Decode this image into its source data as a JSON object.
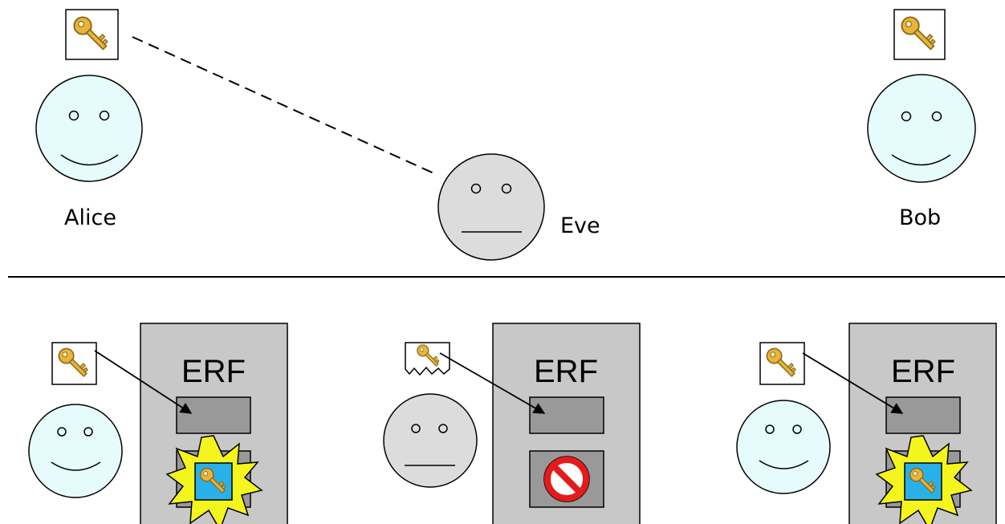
{
  "top_scene": {
    "alice": {
      "name": "Alice",
      "mood": "happy",
      "has_key": true
    },
    "eve": {
      "name": "Eve",
      "mood": "neutral",
      "has_key": false
    },
    "bob": {
      "name": "Bob",
      "mood": "happy",
      "has_key": true
    },
    "eavesdrop_line": {
      "from": "alice-key",
      "to": "eve",
      "style": "dashed"
    }
  },
  "bottom_panels": [
    {
      "actor_mood": "happy",
      "key_variant": "intact",
      "box_label": "ERF",
      "result_icon": "key-burst-icon"
    },
    {
      "actor_mood": "neutral",
      "key_variant": "torn",
      "box_label": "ERF",
      "result_icon": "forbidden-icon"
    },
    {
      "actor_mood": "happy",
      "key_variant": "intact",
      "box_label": "ERF",
      "result_icon": "key-burst-icon"
    }
  ],
  "colors": {
    "happy_face": "#e6fcfc",
    "neutral_face": "#dcdcdc",
    "erf_box": "#c8c8c8",
    "erf_slot": "#999999",
    "burst": "#f5f51e",
    "burst_inner": "#29b0e8",
    "key_gold": "#e8b53a",
    "forbidden": "#e41b1b"
  }
}
